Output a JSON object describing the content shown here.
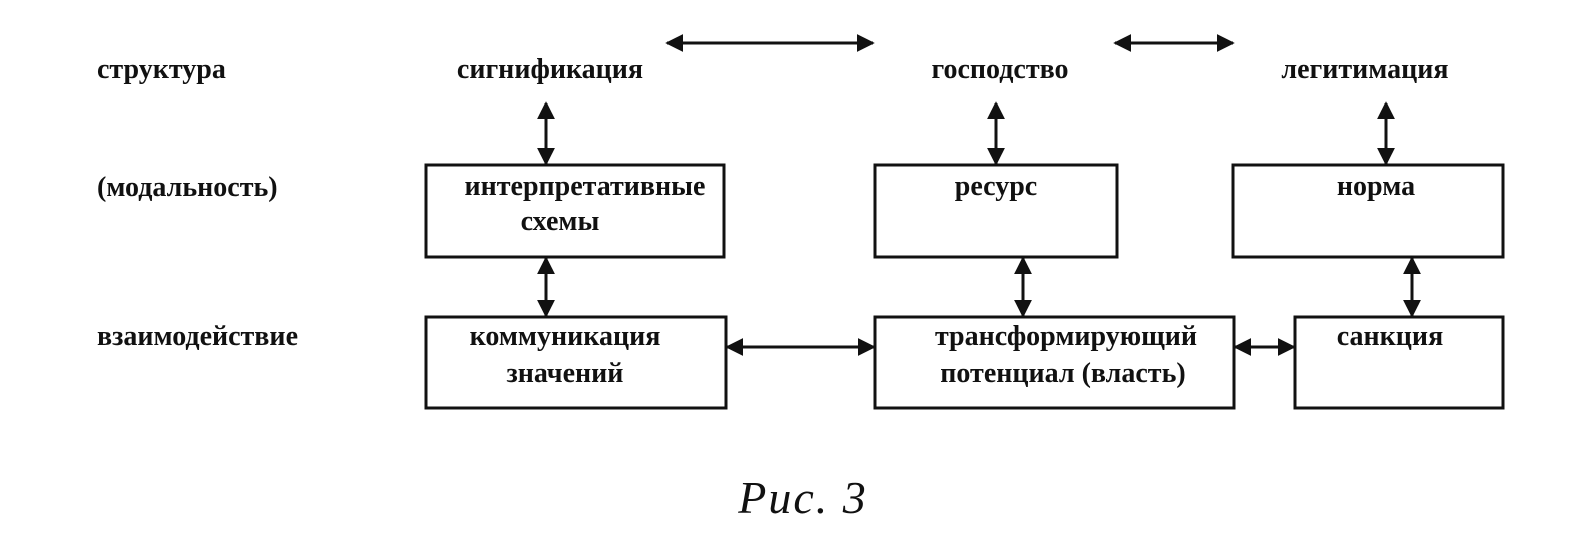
{
  "rows": {
    "structure": "структура",
    "modality": "(модальность)",
    "interaction": "взаимодействие"
  },
  "structures": {
    "signification": "сигнификация",
    "domination": "господство",
    "legitimation": "легитимация"
  },
  "modalities": {
    "interpretive_schemes": [
      "интерпретативные",
      "схемы"
    ],
    "resource": "ресурс",
    "norm": "норма"
  },
  "interactions": {
    "communication": [
      "коммуникация",
      "значений"
    ],
    "power": [
      "трансформирующий",
      "потенциал (власть)"
    ],
    "sanction": "санкция"
  },
  "caption": "Рис. 3",
  "colors": {
    "ink": "#111111",
    "background": "#ffffff"
  }
}
